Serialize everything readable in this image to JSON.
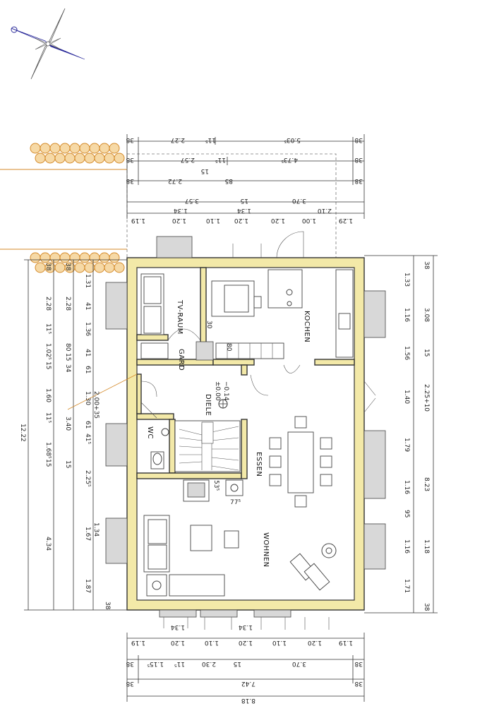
{
  "rooms": {
    "tv_raum": "TV-RAUM",
    "kochen": "KOCHEN",
    "gard": "GARD",
    "diele": "DIELE",
    "wc": "WC",
    "essen": "ESSEN",
    "wohnen": "WOHNEN"
  },
  "levels": {
    "plus": "±0.00",
    "minus": "−0.14"
  },
  "top_dims": {
    "row1": [
      "38",
      "2.27",
      "11⁵",
      "5.03⁵",
      "38"
    ],
    "row2": [
      "38",
      "2.57",
      "11⁵",
      "4.73⁵",
      "38"
    ],
    "row3": [
      "15"
    ],
    "row4": [
      "38",
      "2.72",
      "85",
      "15",
      "3.70",
      "38"
    ],
    "row5": [
      "3.57",
      "1.34",
      "1.34"
    ],
    "row6": [
      "1.19",
      "1.20",
      "1.10",
      "1.20",
      "1.20",
      "1.00",
      "2.10",
      "1.29"
    ]
  },
  "bottom_dims": {
    "row1": [
      "1.19",
      "1.20",
      "1.10",
      "1.20",
      "1.10",
      "1.20",
      "1.19"
    ],
    "row1b": [
      "1.34",
      "1.34"
    ],
    "row2": [
      "38",
      "1.15⁵",
      "11⁵",
      "2.30",
      "15",
      "3.70",
      "38"
    ],
    "row3": [
      "38",
      "7.42",
      "38"
    ],
    "row4": [
      "8.18"
    ]
  },
  "left_dims": {
    "col1": [
      "38",
      "2.28",
      "11⁵",
      "1.02⁵",
      "15",
      "1.60",
      "11⁵",
      "1.68⁵",
      "15"
    ],
    "col2": [
      "38",
      "2.28",
      "15",
      "34",
      "3.40",
      "4.34",
      "12.22"
    ],
    "col3": [
      "1.31",
      "41",
      "1.36",
      "80",
      "41",
      "61",
      "1.30",
      "2.00+35",
      "61",
      "41⁵",
      "15",
      "2.25⁵",
      "1.67",
      "1.34",
      "1.87",
      "38"
    ]
  },
  "right_dims": {
    "col1": [
      "1.33",
      "1.16",
      "1.56",
      "1.40",
      "1.79",
      "1.16",
      "95",
      "1.16",
      "1.71"
    ],
    "col2": [
      "38",
      "3.08",
      "15",
      "2.25+10",
      "8.23",
      "1.18",
      "38"
    ]
  },
  "inner_labels": [
    "30",
    "80",
    "53⁵",
    "77⁵"
  ],
  "colors": {
    "wall_fill": "#f3e9a8",
    "log_fill": "#f6d9a6",
    "log_stroke": "#d48a2a",
    "compass": "#2a2a9a"
  },
  "icons": [
    "compass-rose-icon",
    "log-pile-icon"
  ]
}
